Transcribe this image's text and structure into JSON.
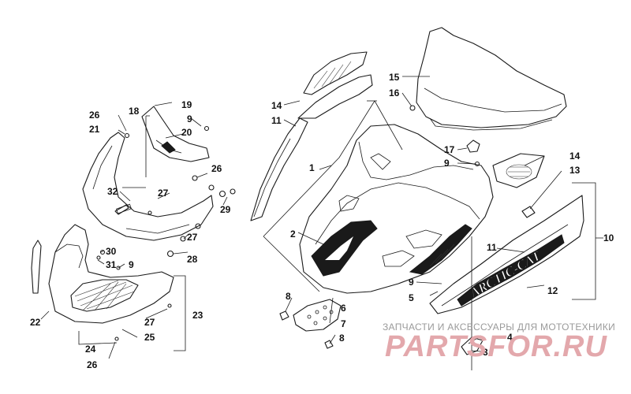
{
  "diagram": {
    "callouts": {
      "c1": "1",
      "c2": "2",
      "c3": "3",
      "c4": "4",
      "c5": "5",
      "c6": "6",
      "c7": "7",
      "c8a": "8",
      "c8b": "8",
      "c9a": "9",
      "c9b": "9",
      "c9c": "9",
      "c9d": "9",
      "c10": "10",
      "c11a": "11",
      "c11b": "11",
      "c12": "12",
      "c13": "13",
      "c14a": "14",
      "c14b": "14",
      "c15": "15",
      "c16": "16",
      "c17": "17",
      "c18": "18",
      "c19": "19",
      "c20": "20",
      "c21": "21",
      "c22": "22",
      "c23": "23",
      "c24": "24",
      "c25": "25",
      "c26a": "26",
      "c26b": "26",
      "c26c": "26",
      "c27a": "27",
      "c27b": "27",
      "c27c": "27",
      "c28": "28",
      "c29": "29",
      "c30": "30",
      "c31": "31",
      "c32": "32"
    },
    "decal_text": "ARCTIC-CAT"
  },
  "watermark": {
    "subtitle": "ЗАПЧАСТИ И АКСЕССУАРЫ ДЛЯ МОТОТЕХНИКИ",
    "brand": "PARTSFOR.RU"
  }
}
